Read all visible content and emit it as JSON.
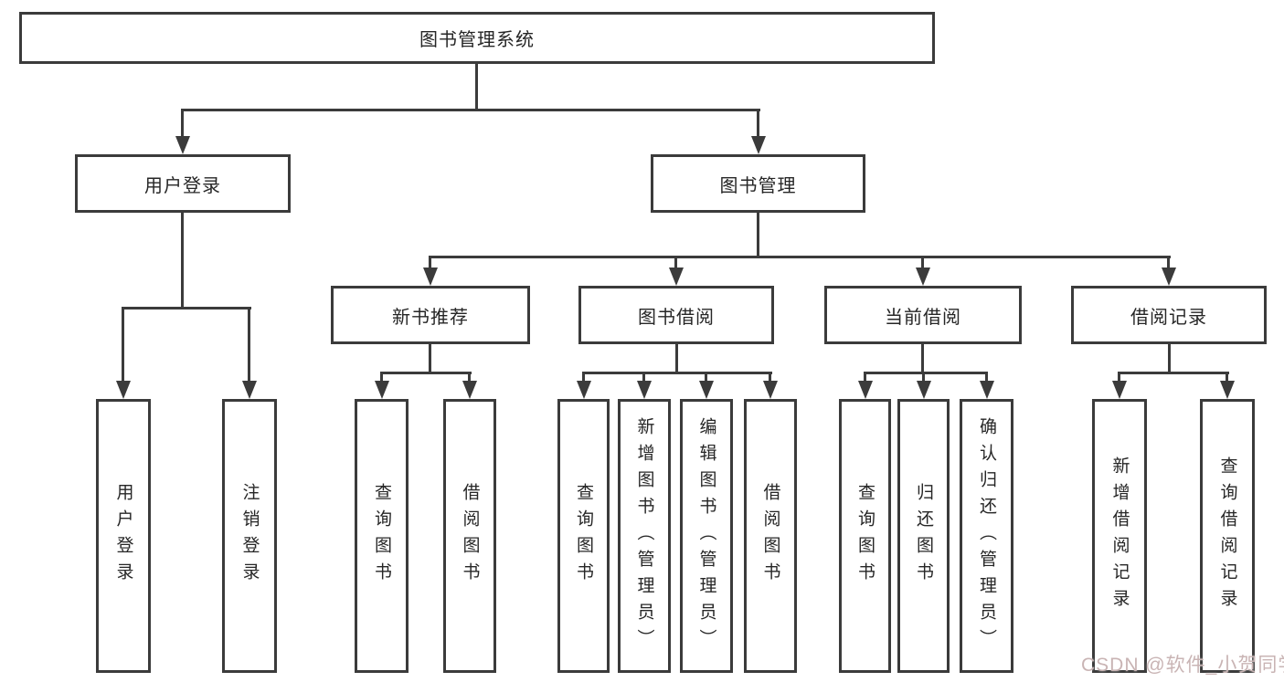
{
  "colors": {
    "line": "#3b3b3b",
    "text": "#262626",
    "watermark": "#c9b4b4"
  },
  "watermark": {
    "text": "CSDN @软件_小贺同学"
  },
  "tree": {
    "root": {
      "label": "图书管理系统",
      "children": [
        {
          "label": "用户登录",
          "children": [
            {
              "label": "用户登录"
            },
            {
              "label": "注销登录"
            }
          ]
        },
        {
          "label": "图书管理",
          "children": [
            {
              "label": "新书推荐",
              "children": [
                {
                  "label": "查询图书"
                },
                {
                  "label": "借阅图书"
                }
              ]
            },
            {
              "label": "图书借阅",
              "children": [
                {
                  "label": "查询图书"
                },
                {
                  "label": "新增图书（管理员）"
                },
                {
                  "label": "编辑图书（管理员）"
                },
                {
                  "label": "借阅图书"
                }
              ]
            },
            {
              "label": "当前借阅",
              "children": [
                {
                  "label": "查询图书"
                },
                {
                  "label": "归还图书"
                },
                {
                  "label": "确认归还（管理员）"
                }
              ]
            },
            {
              "label": "借阅记录",
              "children": [
                {
                  "label": "新增借阅记录"
                },
                {
                  "label": "查询借阅记录"
                }
              ]
            }
          ]
        }
      ]
    }
  }
}
